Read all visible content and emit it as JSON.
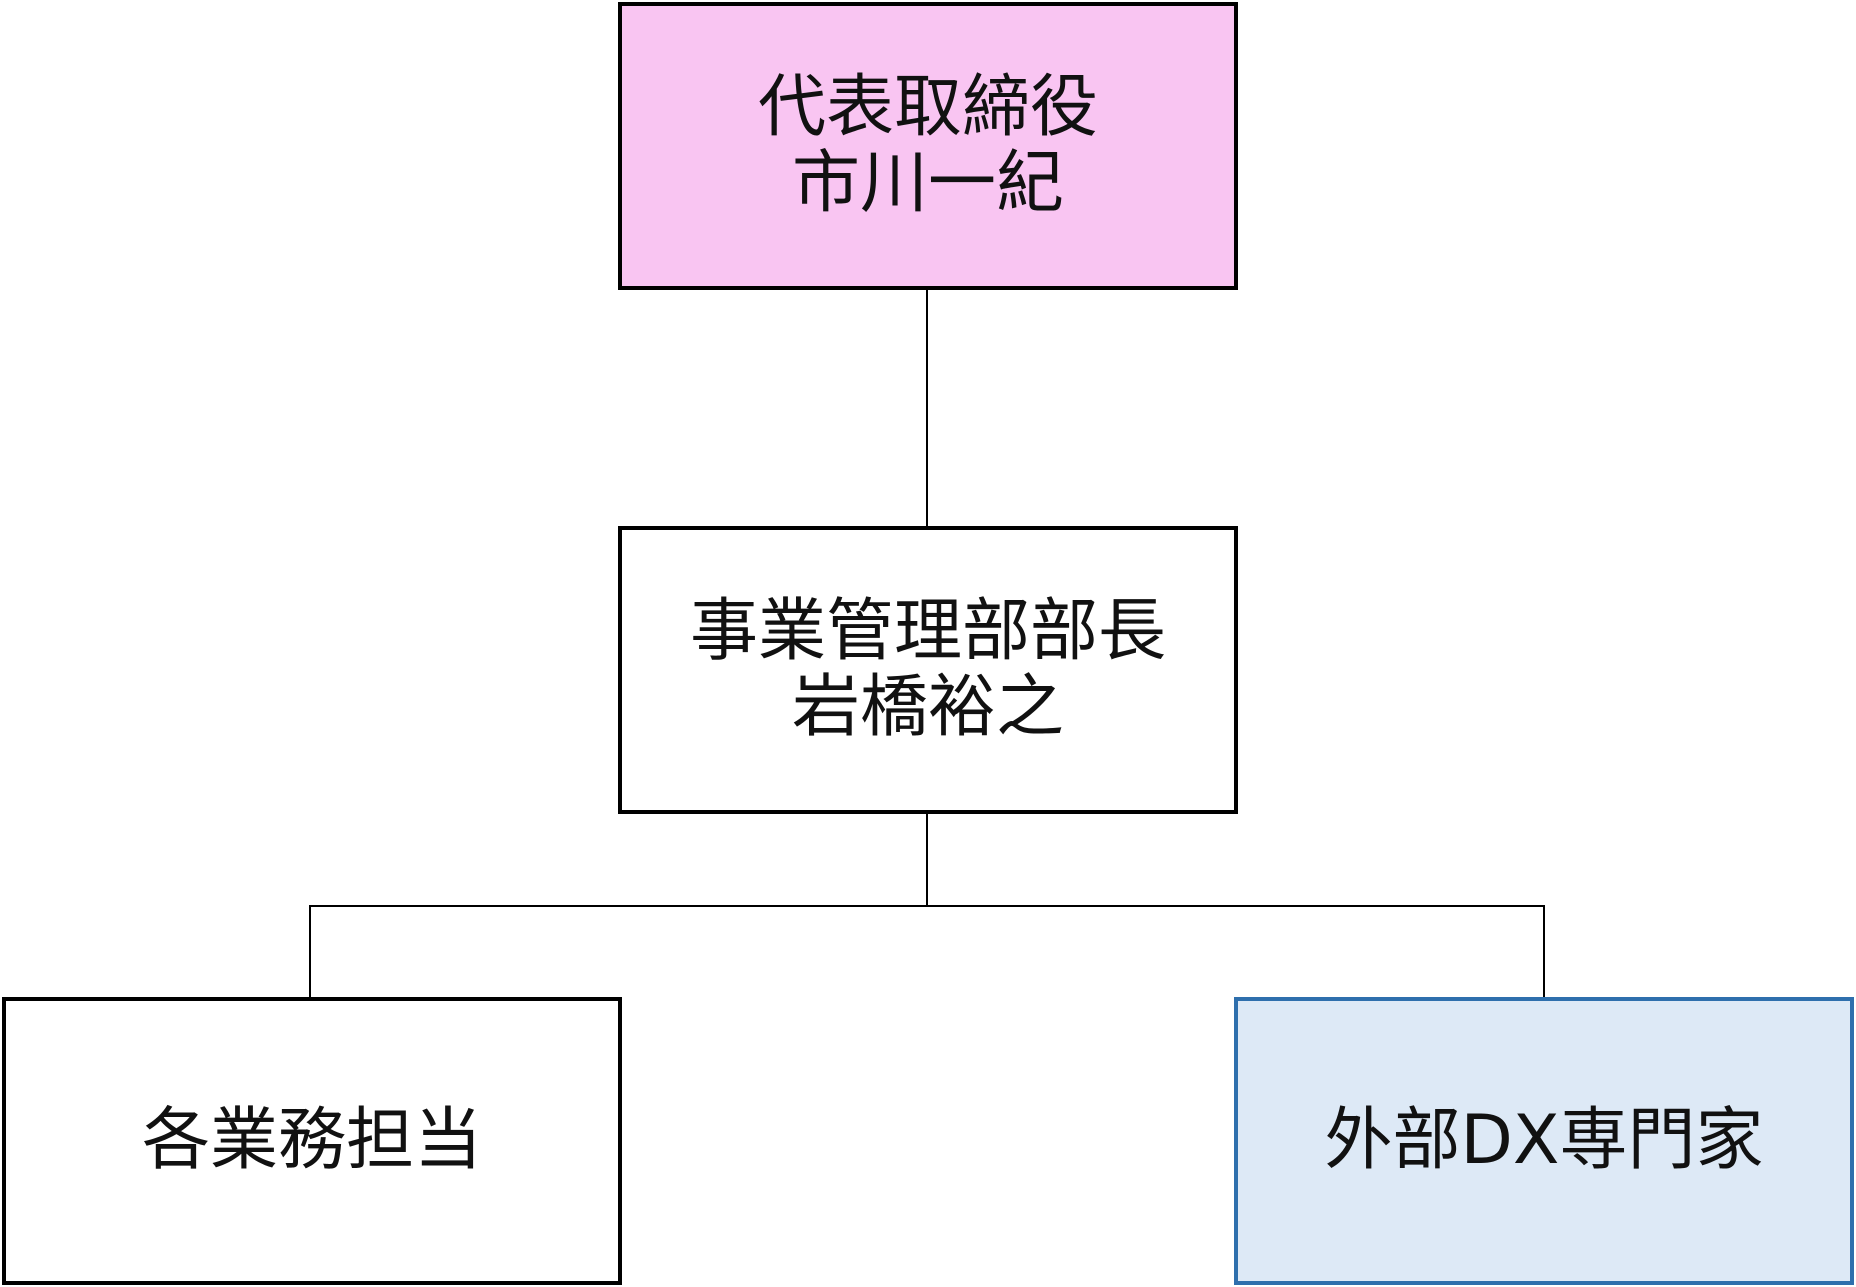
{
  "diagram": {
    "nodes": {
      "ceo": {
        "role": "代表取締役",
        "name": "市川一紀",
        "fill_color": "#f9c5f2",
        "border_color": "#000000"
      },
      "manager": {
        "role": "事業管理部部長",
        "name": "岩橋裕之",
        "fill_color": "#ffffff",
        "border_color": "#000000"
      },
      "staff": {
        "role": "各業務担当",
        "fill_color": "#ffffff",
        "border_color": "#000000"
      },
      "expert": {
        "role": "外部DX専門家",
        "fill_color": "#dde9f6",
        "border_color": "#2e6fad"
      }
    },
    "connector_color": "#000000"
  }
}
